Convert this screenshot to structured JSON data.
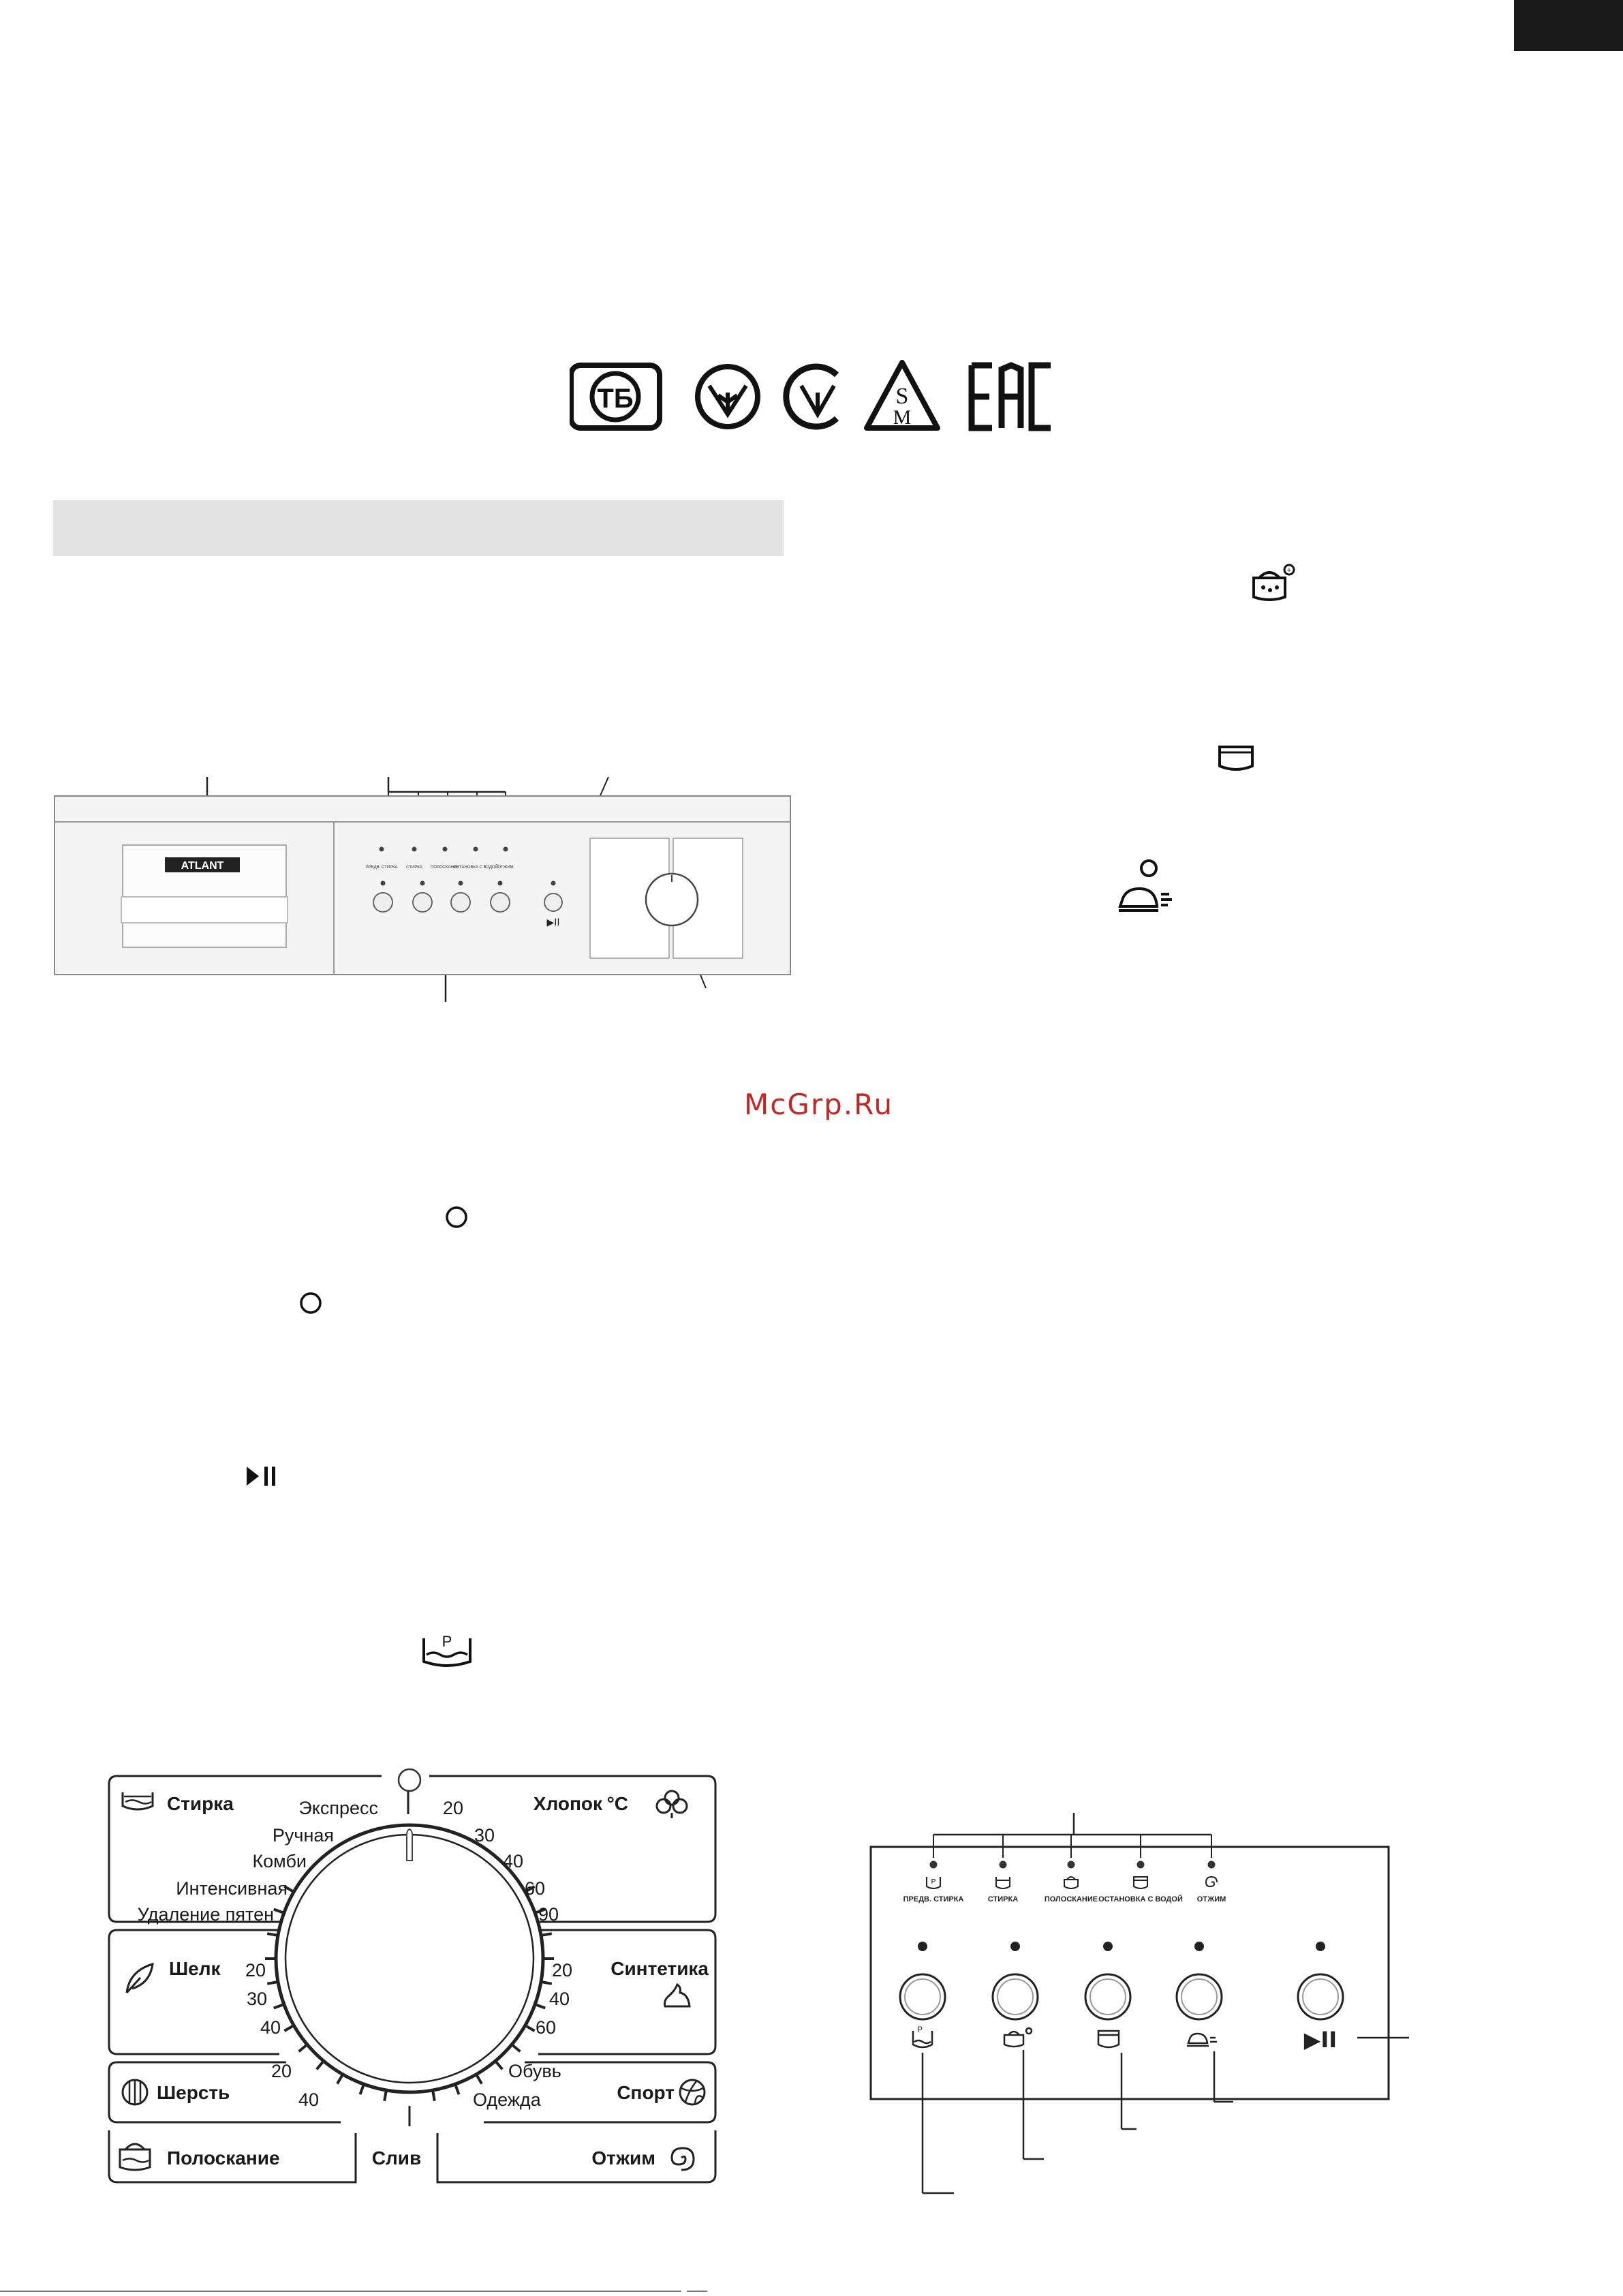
{
  "watermark": "McGrp.Ru",
  "certifications": [
    "СТБ",
    "Укрсепро",
    "Укрсепро-C",
    "SM",
    "EAC"
  ],
  "panel": {
    "brand": "ATLANT",
    "mini_led_labels": [
      "ПРЕДВ. СТИРКА",
      "СТИРКА",
      "ПОЛОСКАНИЕ",
      "ОСТАНОВКА С ВОДОЙ",
      "ОТЖИМ"
    ],
    "play_pause": "▶II"
  },
  "dial": {
    "program_blocks": {
      "stirka": "Стирка",
      "khlopok": "Хлопок",
      "khlopok_unit": "°С",
      "shelk": "Шелк",
      "sintetika": "Синтетика",
      "sherst": "Шерсть",
      "sport": "Спорт",
      "poloskanie": "Полоскание",
      "otzhim": "Отжим",
      "sliv": "Слив"
    },
    "stirka_subprograms": [
      "Экспресс",
      "Ручная",
      "Комби",
      "Интенсивная",
      "Удаление пятен"
    ],
    "khlopok_temps": [
      "20",
      "30",
      "40",
      "60",
      "90"
    ],
    "shelk_temps": [
      "20",
      "30",
      "40"
    ],
    "sintetika_temps": [
      "20",
      "40",
      "60"
    ],
    "sherst_temps": [
      "20",
      "40"
    ],
    "sport_subprograms": [
      "Обувь",
      "Одежда"
    ]
  },
  "control_panel": {
    "led_labels": [
      "ПРЕДВ. СТИРКА",
      "СТИРКА",
      "ПОЛОСКАНИЕ",
      "ОСТАНОВКА С ВОДОЙ",
      "ОТЖИМ"
    ],
    "play_pause": "▶II"
  }
}
